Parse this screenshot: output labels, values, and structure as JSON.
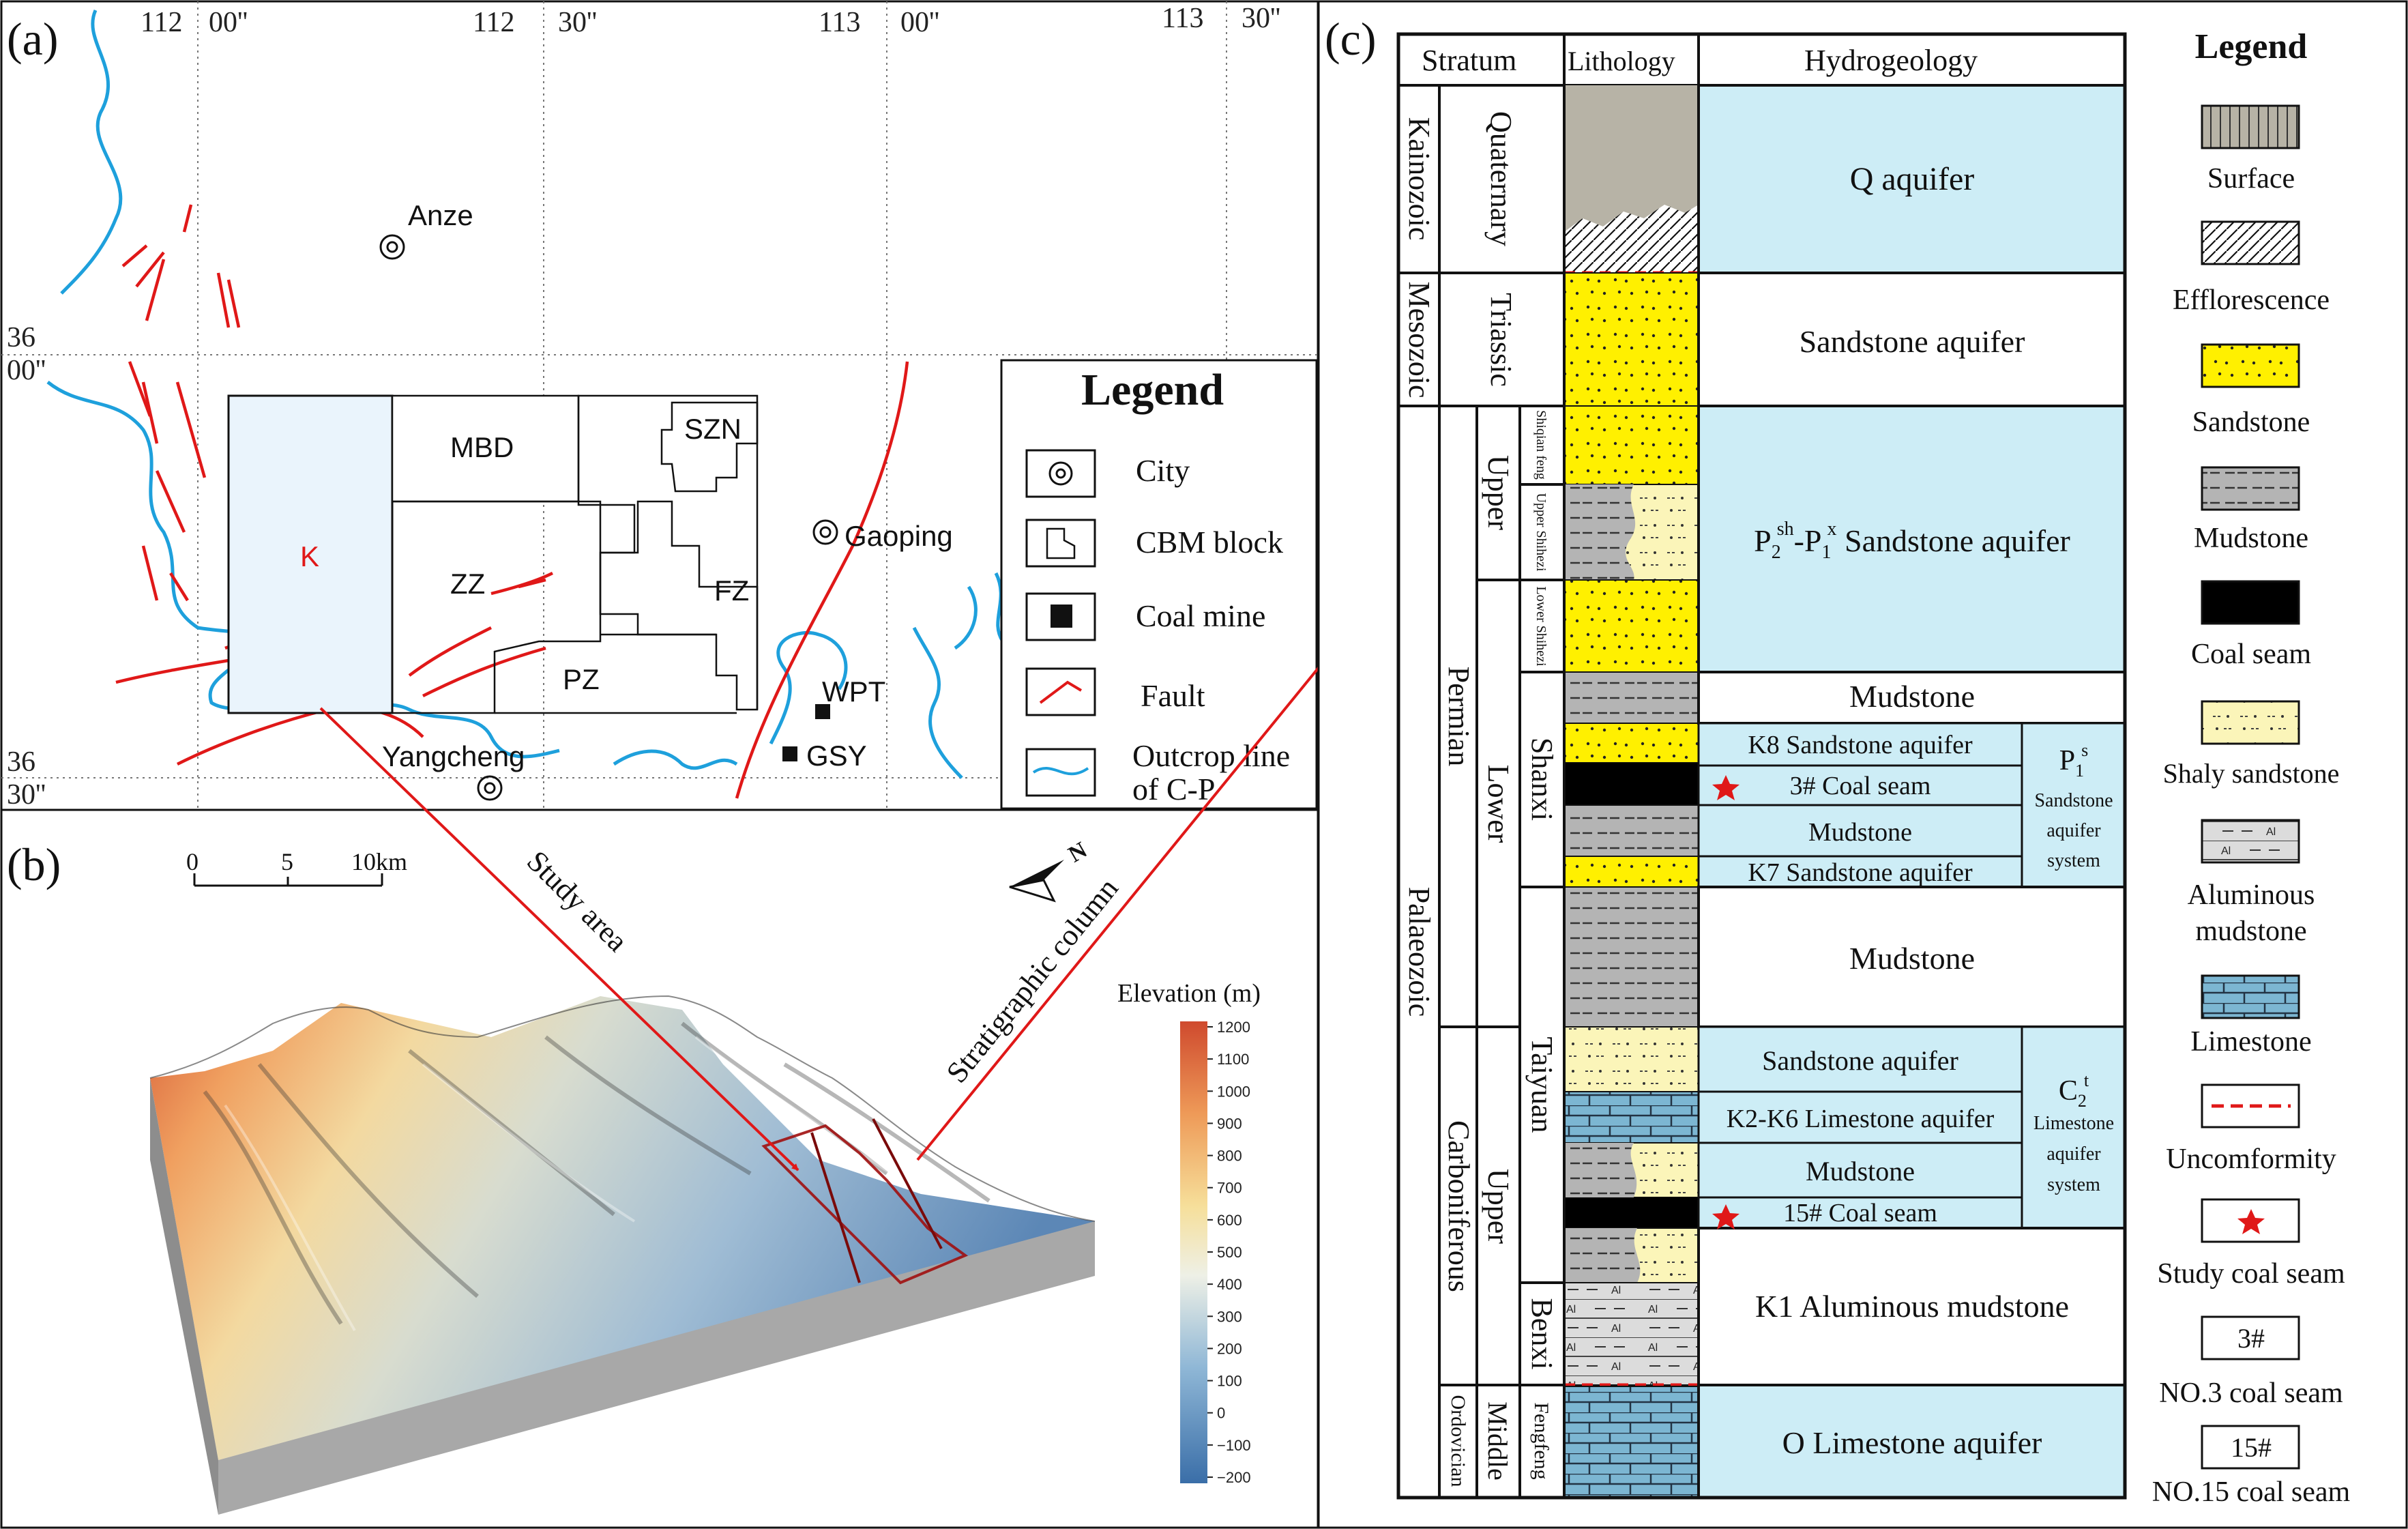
{
  "panels": {
    "a": "(a)",
    "b": "(b)",
    "c": "(c)"
  },
  "map_a": {
    "lon_ticks": [
      "112",
      "00''",
      "112",
      "30''",
      "113",
      "00''",
      "113",
      "30''"
    ],
    "lat_ticks": [
      "36",
      "00''",
      "36",
      "30''"
    ],
    "cities": [
      "Anze",
      "Gaoping",
      "Yangcheng"
    ],
    "mines": [
      "WPT",
      "GSY"
    ],
    "blocks": [
      "MBD",
      "SZN",
      "K",
      "ZZ",
      "FZ",
      "PZ"
    ],
    "legend": {
      "title": "Legend",
      "items": [
        "City",
        "CBM block",
        "Coal mine",
        "Fault",
        "Outcrop line",
        "of C-P"
      ]
    },
    "colors": {
      "fault": "#e01818",
      "outcrop": "#1ea0dc",
      "k_block_fill": "#eaf4fc"
    }
  },
  "map_b": {
    "scale_ticks": [
      "0",
      "5",
      "10km"
    ],
    "north": "N",
    "arrow_labels": [
      "Study area",
      "Stratigraphic column"
    ],
    "elevation": {
      "title": "Elevation (m)",
      "ticks": [
        "1200",
        "1100",
        "1000",
        "900",
        "800",
        "700",
        "600",
        "500",
        "400",
        "300",
        "200",
        "100",
        "0",
        "−100",
        "−200"
      ]
    }
  },
  "column_c": {
    "headers": {
      "stratum": "Stratum",
      "lithology": "Lithology",
      "hydro": "Hydrogeology"
    },
    "eras": [
      "Kainozoic",
      "Mesozoic",
      "Palaeozoic"
    ],
    "systems": [
      "Quaternary",
      "Triassic",
      "Permian",
      "Carboniferous",
      "Ordovician"
    ],
    "series": [
      "Upper",
      "Lower",
      "Upper",
      "Middle"
    ],
    "formations": [
      "Shiqian feng",
      "Upper Shihezi",
      "Lower Shihezi",
      "Shanxi",
      "Taiyuan",
      "Benxi",
      "Fengfeng"
    ],
    "hydro": {
      "q": "Q aquifer",
      "triassic": "Sandstone  aquifer",
      "p2_main": "P",
      "p2_sub1": "2",
      "p2_sup1": "sh",
      "p2_dash": "-P",
      "p2_sub2": "1",
      "p2_sup2": "x",
      "p2_tail": " Sandstone  aquifer",
      "mudstone_upper": "Mudstone",
      "k8": "K8 Sandstone  aquifer",
      "coal3": "3# Coal seam",
      "mud_shanxi": "Mudstone",
      "k7": "K7 Sandstone  aquifer",
      "p1_main": "P",
      "p1_sub": "1",
      "p1_sup": "s",
      "p1_lines": [
        "Sandstone",
        "aquifer",
        "system"
      ],
      "mudstone_lower": "Mudstone",
      "sand_taiyuan": "Sandstone  aquifer",
      "k2k6": "K2-K6 Limestone aquifer",
      "mud_taiyuan": "Mudstone",
      "coal15": "15# Coal seam",
      "c2_main": "C",
      "c2_sub": "2",
      "c2_sup": "t",
      "c2_lines": [
        "Limestone",
        "aquifer",
        "system"
      ],
      "k1": "K1 Aluminous mudstone",
      "o": "O Limestone aquifer"
    },
    "al_mark": "Al"
  },
  "legend_c": {
    "title": "Legend",
    "items": [
      "Surface",
      "Efflorescence",
      "Sandstone",
      "Mudstone",
      "Coal seam",
      "Shaly sandstone",
      "Aluminous",
      "mudstone",
      "Limestone",
      "Uncomformity",
      "Study coal seam",
      "NO.3 coal seam",
      "NO.15 coal seam"
    ],
    "box3": "3#",
    "box15": "15#"
  },
  "colors": {
    "aquifer": "#cdedf6",
    "sandstone": "#fff000",
    "mudstone": "#b4b4b4",
    "surface": "#b7b3a6",
    "shaly": "#fbf5b9",
    "limestone": "#7cb6d2",
    "aluminous": "#dcdcdc",
    "red": "#e01818"
  }
}
